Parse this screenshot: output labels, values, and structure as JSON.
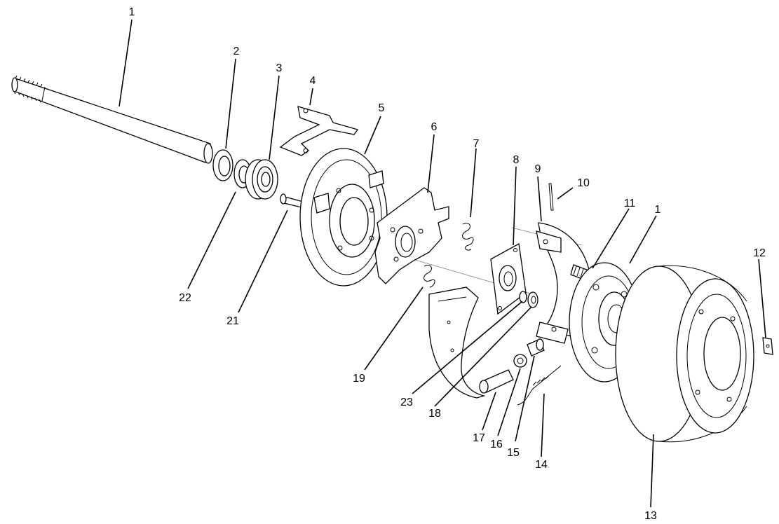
{
  "callouts": [
    {
      "text": "1"
    },
    {
      "text": "2"
    },
    {
      "text": "3"
    },
    {
      "text": "4"
    },
    {
      "text": "5"
    },
    {
      "text": "6"
    },
    {
      "text": "7"
    },
    {
      "text": "8"
    },
    {
      "text": "9"
    },
    {
      "text": "10"
    },
    {
      "text": "11"
    },
    {
      "text": "1"
    },
    {
      "text": "12"
    },
    {
      "text": "22"
    },
    {
      "text": "21"
    },
    {
      "text": "19"
    },
    {
      "text": "23"
    },
    {
      "text": "18"
    },
    {
      "text": "17"
    },
    {
      "text": "16"
    },
    {
      "text": "15"
    },
    {
      "text": "14"
    },
    {
      "text": "13"
    }
  ]
}
